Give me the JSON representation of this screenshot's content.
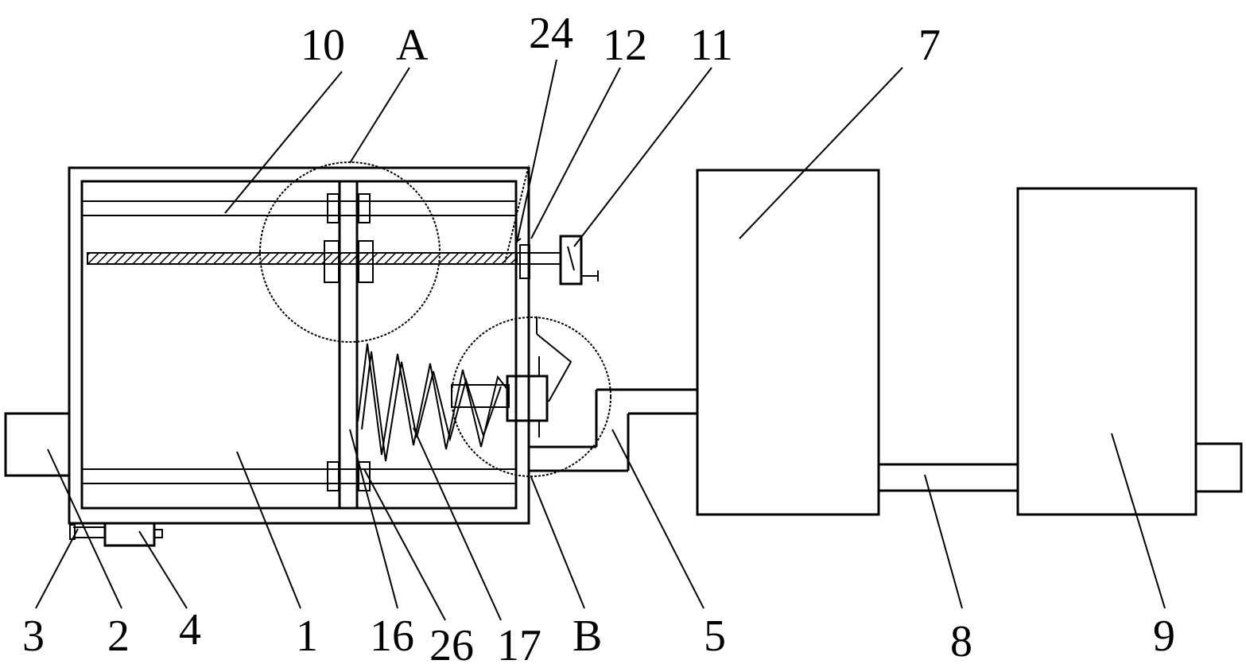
{
  "labels": {
    "l10": "10",
    "lA": "A",
    "l24": "24",
    "l12": "12",
    "l11": "11",
    "l7": "7",
    "l3": "3",
    "l2": "2",
    "l4": "4",
    "l1": "1",
    "l16": "16",
    "l26": "26",
    "l17": "17",
    "lB": "B",
    "l5": "5",
    "l8": "8",
    "l9": "9"
  }
}
